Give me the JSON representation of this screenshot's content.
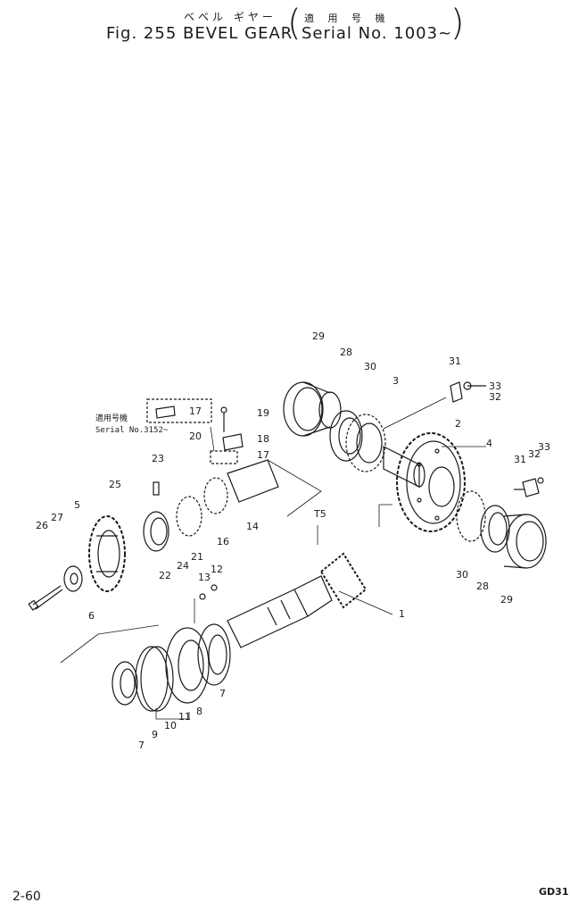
{
  "header": {
    "title_jp": "ベベル ギヤー",
    "title": "Fig. 255 BEVEL GEAR",
    "serial_jp": "適 用 号 機",
    "serial": "Serial No. 1003~"
  },
  "notes": {
    "jp": "適用号機",
    "serial": "Serial No.3152~"
  },
  "callouts": [
    "29",
    "28",
    "30",
    "3",
    "31",
    "33",
    "32",
    "2",
    "4",
    "33",
    "32",
    "31",
    "30",
    "28",
    "29",
    "19",
    "18",
    "17",
    "17",
    "20",
    "23",
    "25",
    "5",
    "27",
    "26",
    "6",
    "22",
    "24",
    "21",
    "16",
    "14",
    "T5",
    "13",
    "12",
    "1",
    "7",
    "8",
    "7",
    "9",
    "10",
    "11"
  ],
  "footer": {
    "page": "2-60",
    "code": "GD31"
  }
}
